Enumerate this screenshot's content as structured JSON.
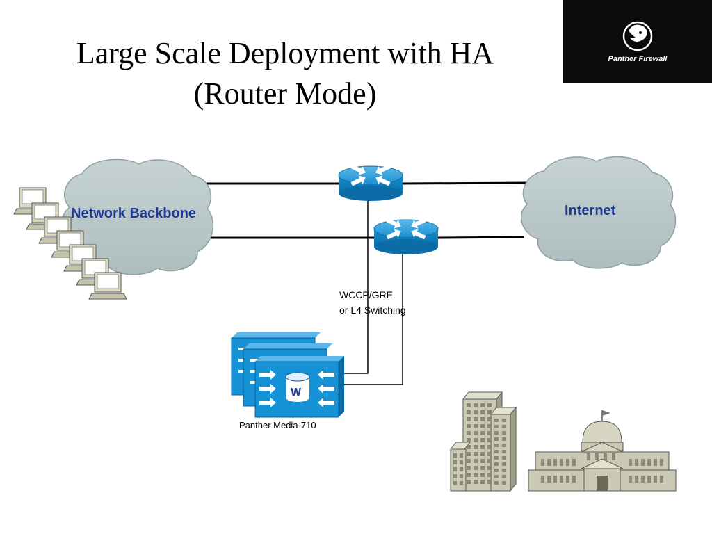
{
  "slide": {
    "title_line1": "Large Scale Deployment with HA",
    "title_line2": "(Router Mode)",
    "logo_text": "Panther Firewall"
  },
  "diagram": {
    "network_backbone_label": "Network Backbone",
    "internet_label": "Internet",
    "wccp_line1": "WCCP/GRE",
    "wccp_line2": "or L4 Switching",
    "media_label": "Panther Media-710",
    "appliance_badge": "W"
  },
  "colors": {
    "cloud_fill": "#b9c7c8",
    "router_blue": "#1a8fd0",
    "appliance_blue": "#1593d6",
    "label_blue": "#1f3a93",
    "building_fill": "#c9c9b4"
  }
}
